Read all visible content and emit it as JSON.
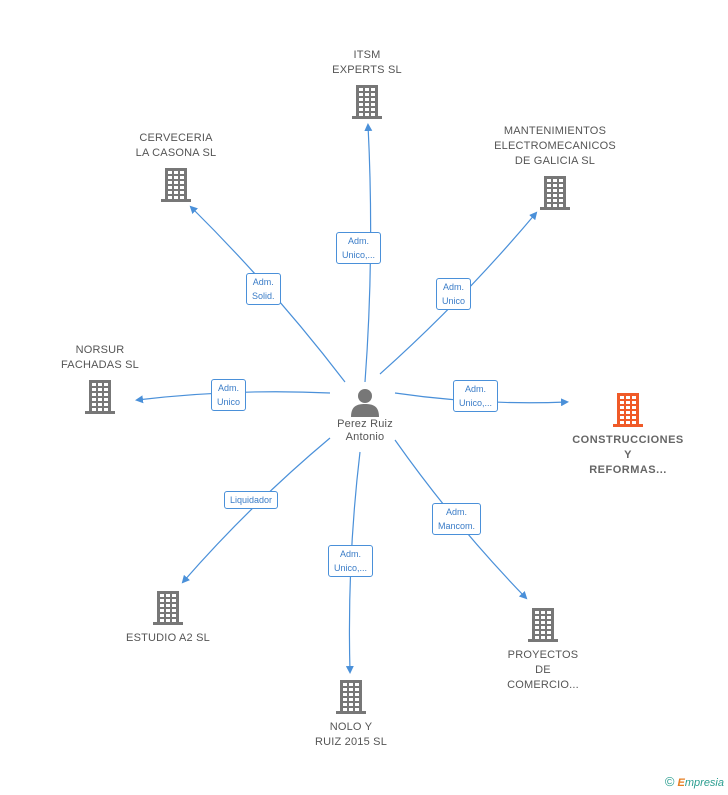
{
  "center": {
    "label": "Perez Ruiz\nAntonio",
    "icon": "person-icon"
  },
  "colors": {
    "edge": "#4a90d9",
    "building": "#777777",
    "highlight": "#f05a28"
  },
  "nodes": [
    {
      "id": "itsm",
      "label": "ITSM\nEXPERTS  SL",
      "edge_label": "Adm.\nUnico,...",
      "highlight": false
    },
    {
      "id": "mantenimientos",
      "label": "MANTENIMIENTOS\nELECTROMECANICOS\nDE GALICIA  SL",
      "edge_label": "Adm.\nUnico",
      "highlight": false
    },
    {
      "id": "construcciones",
      "label": "CONSTRUCCIONES\nY\nREFORMAS...",
      "edge_label": "Adm.\nUnico,...",
      "highlight": true
    },
    {
      "id": "proyectos",
      "label": "PROYECTOS\nDE\nCOMERCIO...",
      "edge_label": "Adm.\nMancom.",
      "highlight": false
    },
    {
      "id": "nolo",
      "label": "NOLO Y\nRUIZ 2015  SL",
      "edge_label": "Adm.\nUnico,...",
      "highlight": false
    },
    {
      "id": "estudio",
      "label": "ESTUDIO A2 SL",
      "edge_label": "Liquidador",
      "highlight": false
    },
    {
      "id": "norsur",
      "label": "NORSUR\nFACHADAS SL",
      "edge_label": "Adm.\nUnico",
      "highlight": false
    },
    {
      "id": "cerveceria",
      "label": "CERVECERIA\nLA CASONA  SL",
      "edge_label": "Adm.\nSolid.",
      "highlight": false
    }
  ],
  "footer": {
    "copyright": "©",
    "brand_first": "E",
    "brand_rest": "mpresia"
  }
}
